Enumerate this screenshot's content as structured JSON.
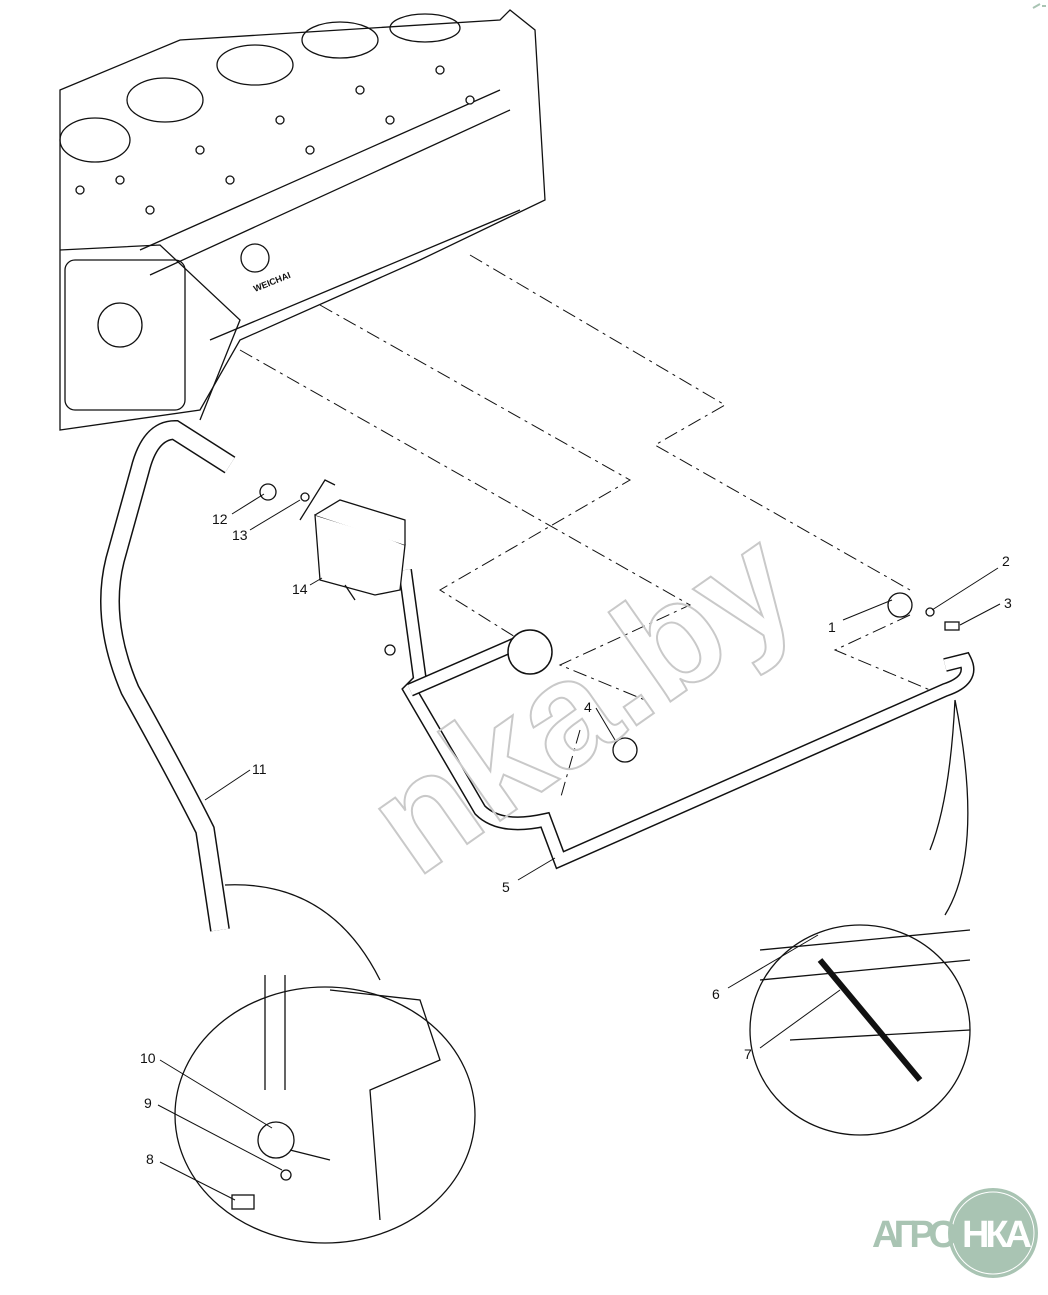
{
  "diagram": {
    "engine_brand": "WEICHAI",
    "callouts": [
      "1",
      "2",
      "3",
      "4",
      "5",
      "6",
      "7",
      "8",
      "9",
      "10",
      "11",
      "12",
      "13",
      "14"
    ],
    "watermark": "nka.by",
    "logo": {
      "left": "АГРО",
      "right": "НКА"
    },
    "colors": {
      "line": "#111111",
      "logo": "#a9c4b3",
      "watermark": "#c9c9c9"
    }
  }
}
